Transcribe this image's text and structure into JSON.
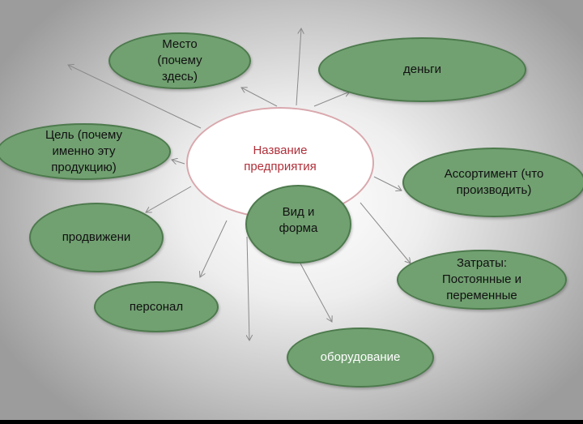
{
  "center": {
    "label": "Название\nпредприятия"
  },
  "nodes": {
    "place": "Место\n(почему\nздесь)",
    "money": "деньги",
    "goal": "Цель (почему\nименно эту\nпродукцию)",
    "assortment": "Ассортимент (что\nпроизводить)",
    "type_form": "Вид и\nформа",
    "promotion": "продвижени",
    "costs": "Затраты:\nПостоянные и\nпеременные",
    "staff": "персонал",
    "equipment": "оборудование"
  },
  "colors": {
    "node_fill": "#71a071",
    "node_border": "#4d7a4d",
    "center_text": "#b0303a",
    "center_border": "#d9a8ad",
    "arrow": "#8a8a8a"
  }
}
